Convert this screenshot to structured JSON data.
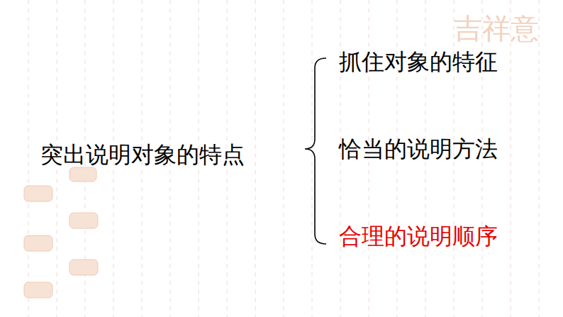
{
  "diagram": {
    "labels": [
      "突出说明对象的特点",
      "抓住对象的特征",
      "恰当的说明方法",
      "合理的说明顺序",
      "吉祥意"
    ]
  }
}
